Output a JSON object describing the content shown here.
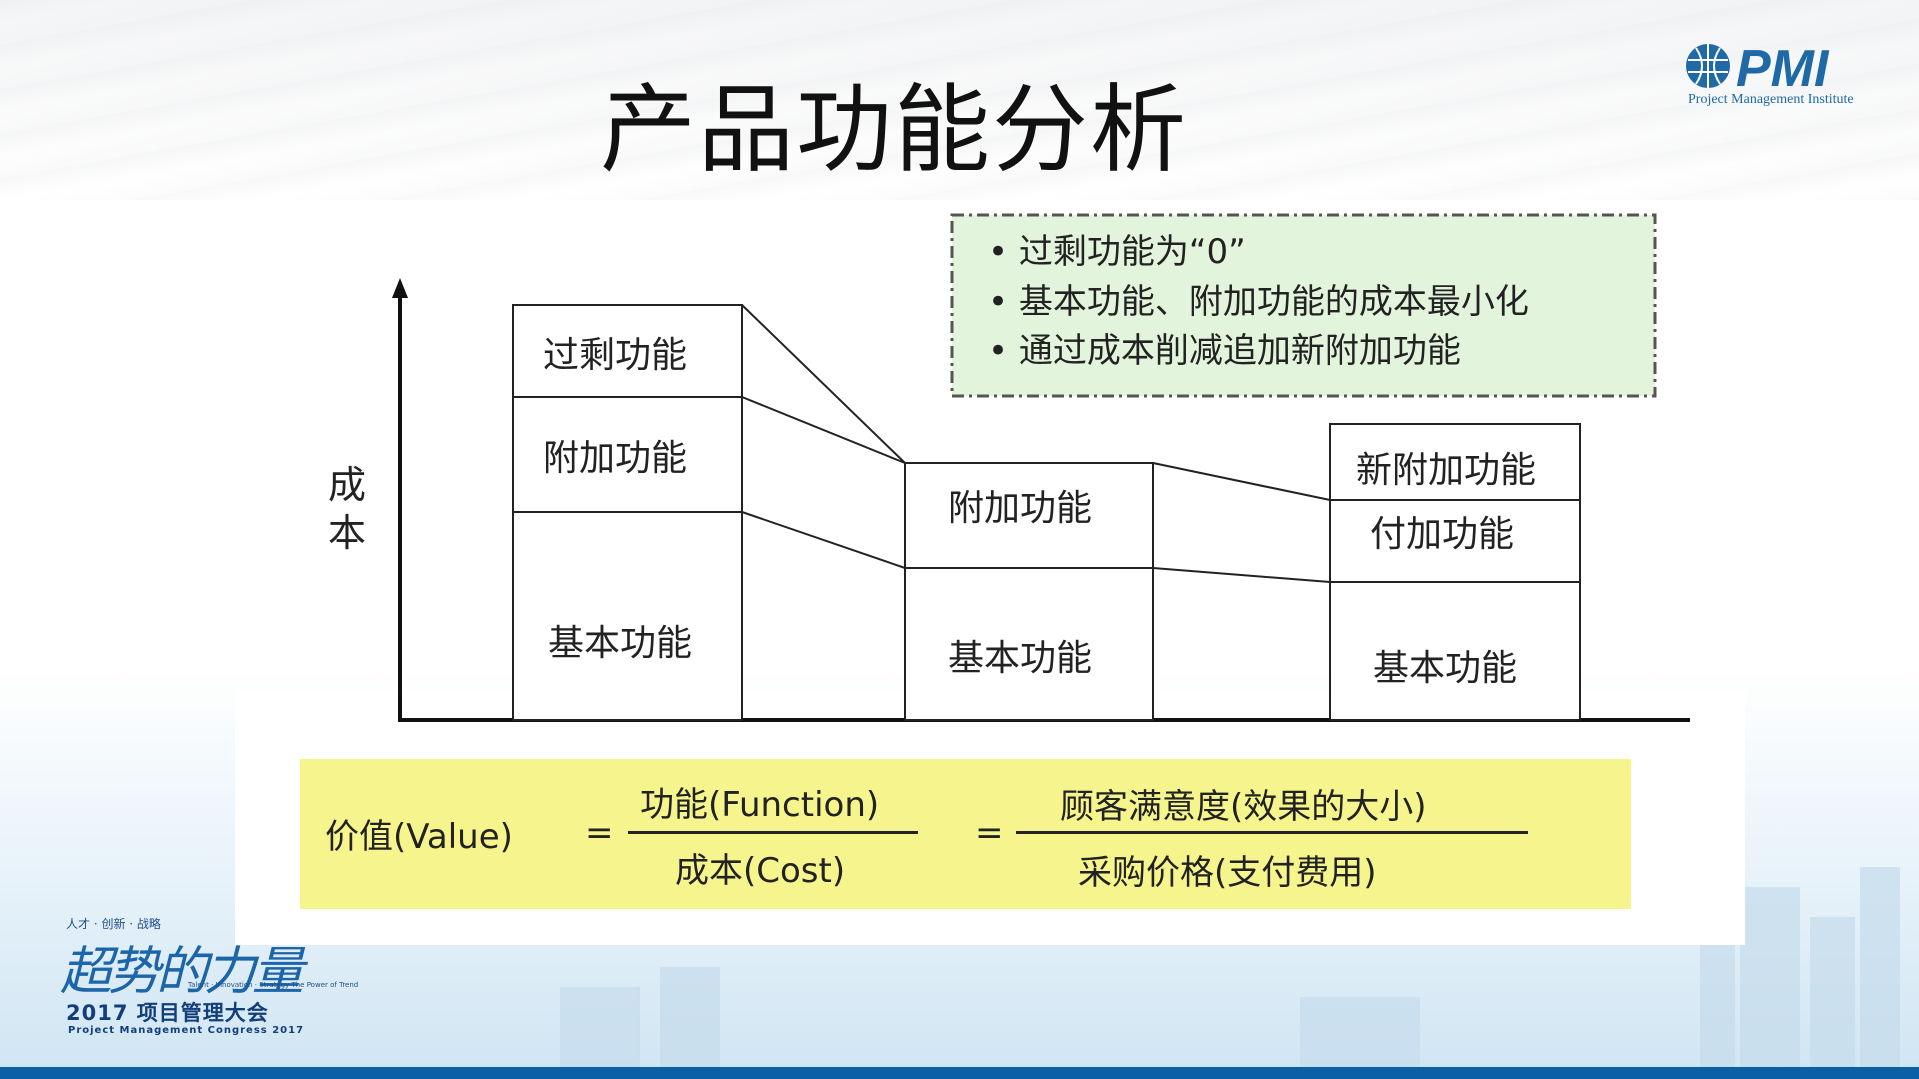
{
  "slide": {
    "title": "产品功能分析"
  },
  "logo": {
    "mark": "PMI",
    "subtitle": "Project Management Institute"
  },
  "diagram": {
    "y_axis_label": [
      "成",
      "本"
    ],
    "bar1": {
      "top_label": "过剩功能",
      "mid_label": "附加功能",
      "bottom_label": "基本功能"
    },
    "bar2": {
      "mid_label": "附加功能",
      "bottom_label": "基本功能"
    },
    "bar3": {
      "top_label": "新附加功能",
      "mid_label": "付加功能",
      "bottom_label": "基本功能"
    },
    "notes": [
      "• 过剩功能为“0”",
      "• 基本功能、附加功能的成本最小化",
      "• 通过成本削减追加新附加功能"
    ]
  },
  "formula": {
    "lhs": "价值(Value)",
    "eq1": "=",
    "num1": "功能(Function)",
    "den1": "成本(Cost)",
    "eq2": "=",
    "num2": "顾客满意度(效果的大小)",
    "den2": "采购价格(支付费用)"
  },
  "congress": {
    "tagline": "人才 · 创新 · 战略",
    "script": "超势的力量",
    "tri": "Talent · Innovation · Strategy  The Power of Trend",
    "main": "2017 项目管理大会",
    "sub": "Project Management Congress 2017"
  },
  "colors": {
    "note_box_fill": "#e3f4dc",
    "formula_fill": "#f6f48c",
    "brand_blue": "#1f69a6",
    "bottom_bar": "#0b5fa5"
  },
  "icons": {
    "logo_globe": "globe-icon",
    "axis_arrow": "arrow-up-icon"
  }
}
